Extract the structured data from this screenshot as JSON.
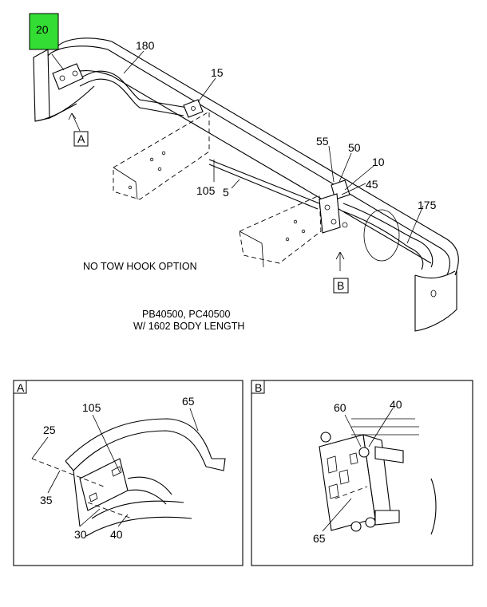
{
  "highlight_color": "#33dd33",
  "main": {
    "callouts": {
      "c20": "20",
      "c180": "180",
      "c15": "15",
      "c55": "55",
      "c50": "50",
      "c10": "10",
      "c45": "45",
      "c105": "105",
      "c5": "5",
      "c175": "175"
    },
    "view_a": "A",
    "view_b": "B",
    "note_option": "NO TOW HOOK OPTION",
    "note_models": "PB40500, PC40500",
    "note_length": "W/ 1602 BODY LENGTH"
  },
  "detail_a": {
    "title": "A",
    "callouts": {
      "c105": "105",
      "c65": "65",
      "c25": "25",
      "c35": "35",
      "c30": "30",
      "c40": "40"
    }
  },
  "detail_b": {
    "title": "B",
    "callouts": {
      "c60": "60",
      "c40": "40",
      "c65": "65"
    }
  }
}
